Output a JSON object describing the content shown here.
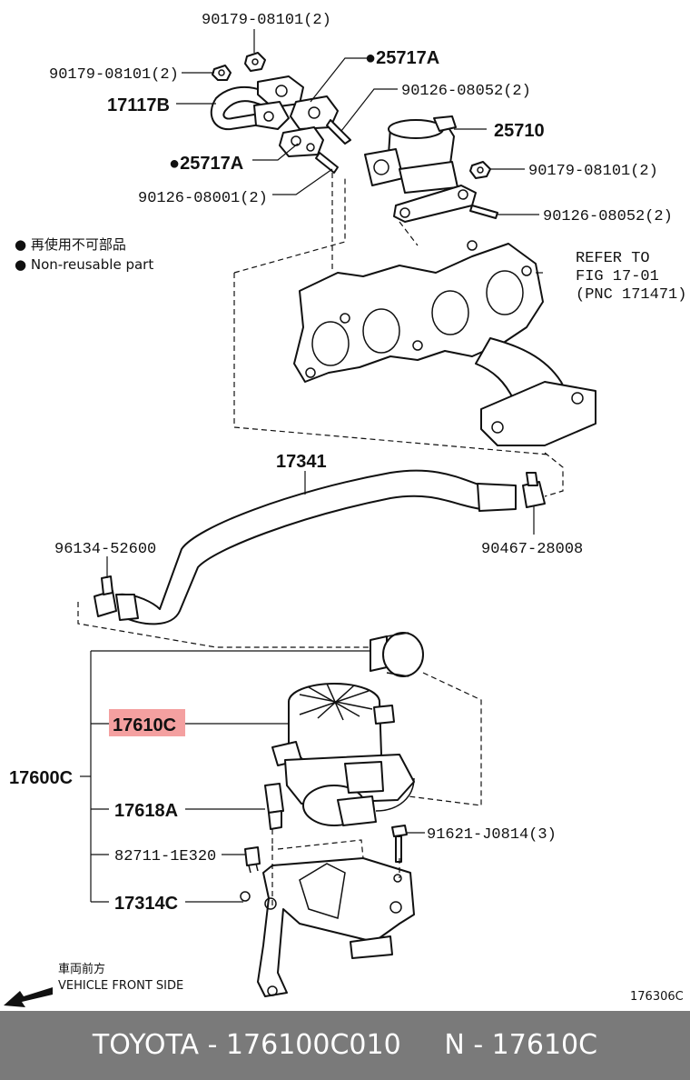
{
  "callouts": {
    "bolt_top": "90179-08101(2)",
    "nut_left": "90179-08101(2)",
    "hose_top": "17117B",
    "gasket_top_right": "●25717A",
    "stud_top_right": "90126-08052(2)",
    "valve": "25710",
    "gasket_left": "●25717A",
    "nut_right": "90179-08101(2)",
    "stud_left": "90126-08001(2)",
    "stud_right": "90126-08052(2)",
    "hose": "17341",
    "clamp_left": "96134-52600",
    "clamp_right": "90467-28008",
    "pump_assembly": "17600C",
    "pump": "17610C",
    "filter": "17618A",
    "connector": "82711-1E320",
    "bolt_bracket": "91621-J0814(3)",
    "bracket": "17314C"
  },
  "refer": {
    "line1": "REFER TO",
    "line2": "FIG 17-01",
    "line3": "(PNC 171471)"
  },
  "legend": {
    "jp": "● 再使用不可部品",
    "en": "● Non-reusable part"
  },
  "direction": {
    "jp": "車両前方",
    "en": "VEHICLE FRONT SIDE"
  },
  "figure_code": "176306C",
  "highlight_color": "#f4a0a0",
  "footer": {
    "text": "TOYOTA - 176100C010     N - 17610C"
  }
}
